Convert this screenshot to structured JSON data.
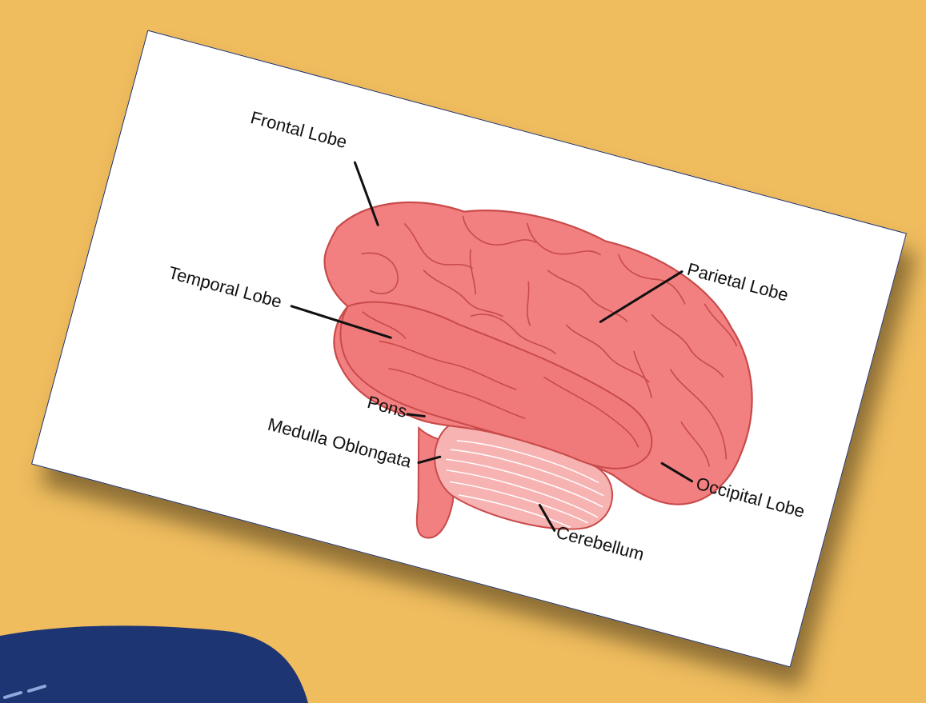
{
  "colors": {
    "background": "#EFBD5E",
    "card": "#FFFFFF",
    "card_border": "#1F2F66",
    "brain_fill": "#F28080",
    "brain_stroke": "#C94A4A",
    "blob": "#1E3573",
    "leader": "#111111"
  },
  "diagram": {
    "labels": {
      "frontal": "Frontal Lobe",
      "parietal": "Parietal Lobe",
      "temporal": "Temporal Lobe",
      "occipital": "Occipital Lobe",
      "pons": "Pons",
      "medulla": "Medulla Oblongata",
      "cerebellum": "Cerebellum"
    }
  }
}
